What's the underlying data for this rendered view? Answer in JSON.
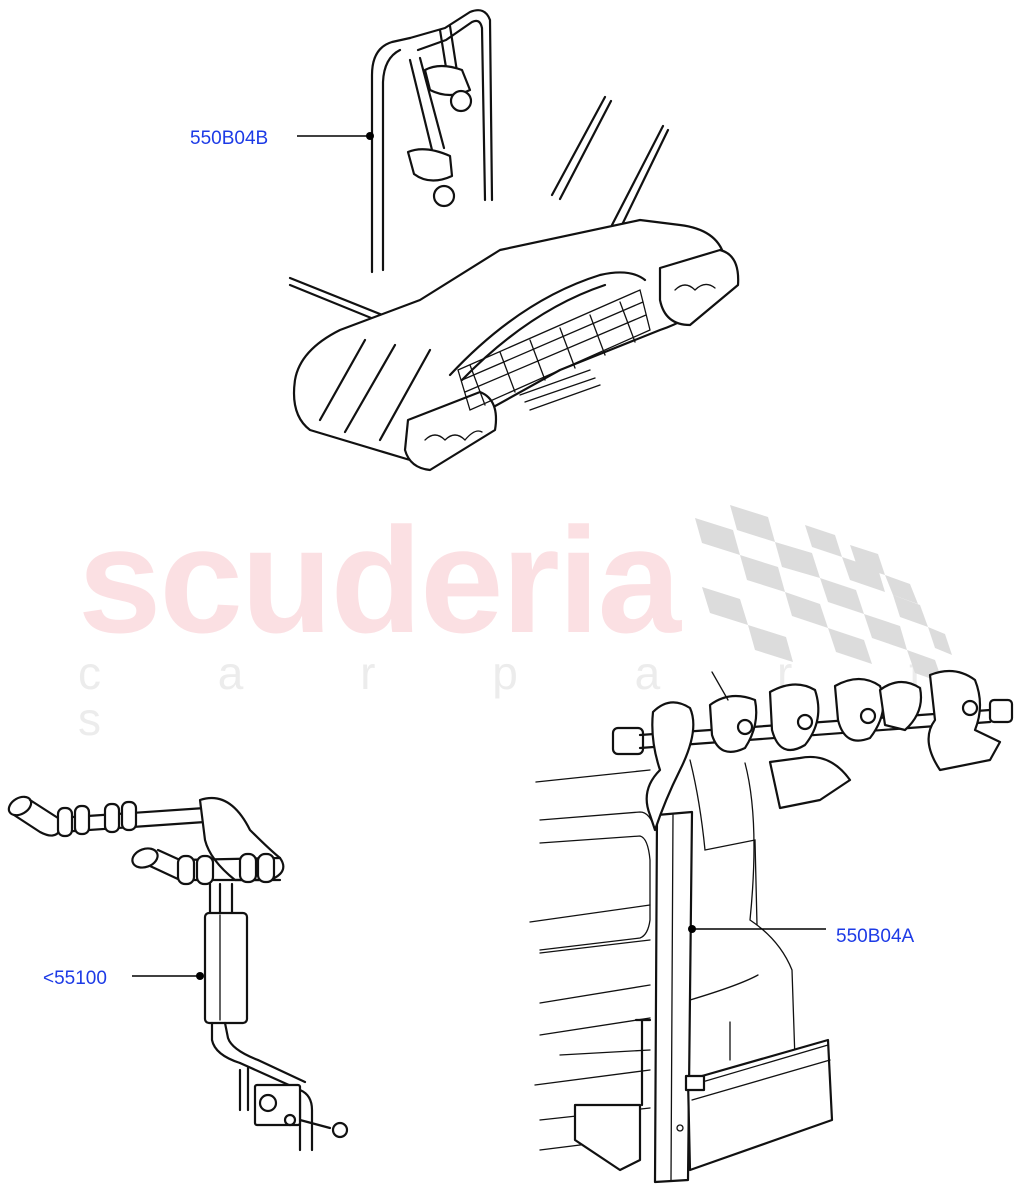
{
  "watermark": {
    "brand": "scuderia",
    "tagline": "c a r  p a r t s",
    "brand_color": "#fbe0e3",
    "tagline_color": "#ececec",
    "flag_color": "#dcdcdc"
  },
  "callouts": [
    {
      "id": "top",
      "label": "550B04B",
      "target": "platform-bike-carrier"
    },
    {
      "id": "left",
      "label": "<55100",
      "target": "tow-bar-wiring-harness"
    },
    {
      "id": "right",
      "label": "550B04A",
      "target": "hitch-mounted-bike-rack"
    }
  ],
  "colors": {
    "callout_text": "#1d3be6",
    "line_art": "#111111",
    "background": "#ffffff"
  }
}
